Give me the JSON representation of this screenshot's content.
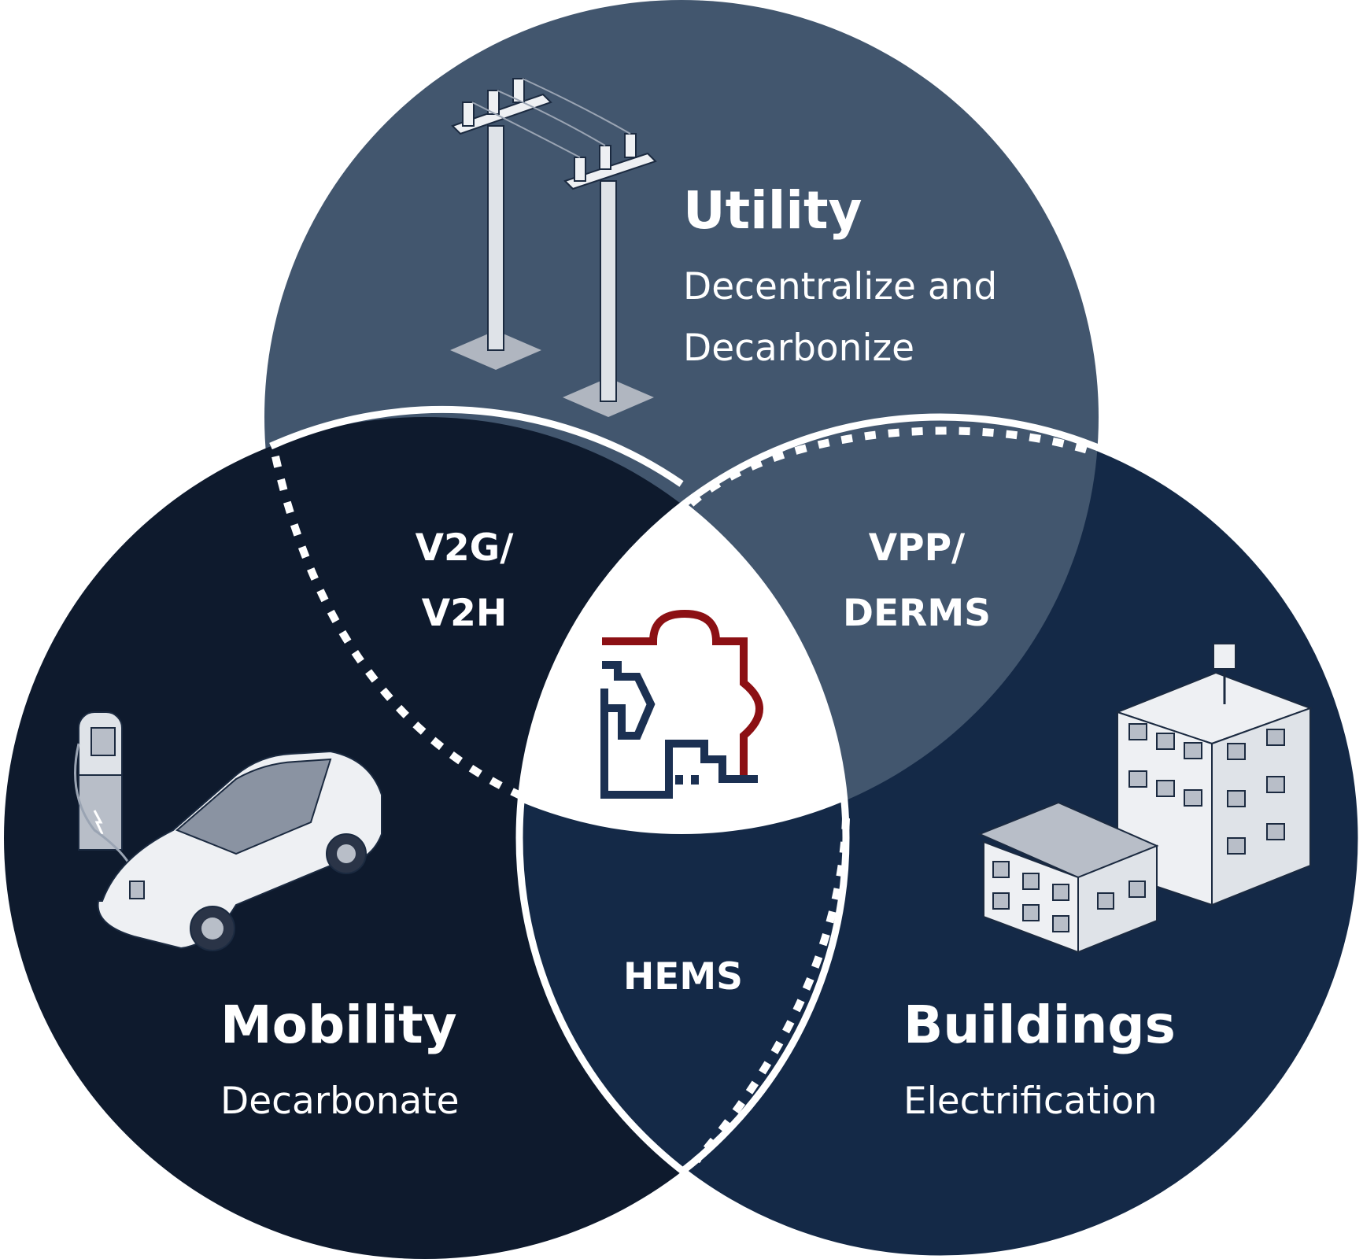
{
  "utility": {
    "title": "Utility",
    "subtitle_line1": "Decentralize and",
    "subtitle_line2": "Decarbonize",
    "icon": "power-pole-icon"
  },
  "mobility": {
    "title": "Mobility",
    "subtitle": "Decarbonate",
    "icon": "ev-charging-car-icon"
  },
  "buildings": {
    "title": "Buildings",
    "subtitle": "Electrification",
    "icon": "buildings-icon"
  },
  "overlaps": {
    "utility_mobility_line1": "V2G/",
    "utility_mobility_line2": "V2H",
    "utility_buildings_line1": "VPP/",
    "utility_buildings_line2": "DERMS",
    "mobility_buildings": "HEMS"
  },
  "center": {
    "icon": "puzzle-home-icon"
  },
  "colors": {
    "utility": "#42566e",
    "mobility": "#0e1a2d",
    "buildings": "#142947",
    "center": "#ffffff",
    "accent_red": "#8c1014",
    "accent_navy": "#1b3052"
  }
}
